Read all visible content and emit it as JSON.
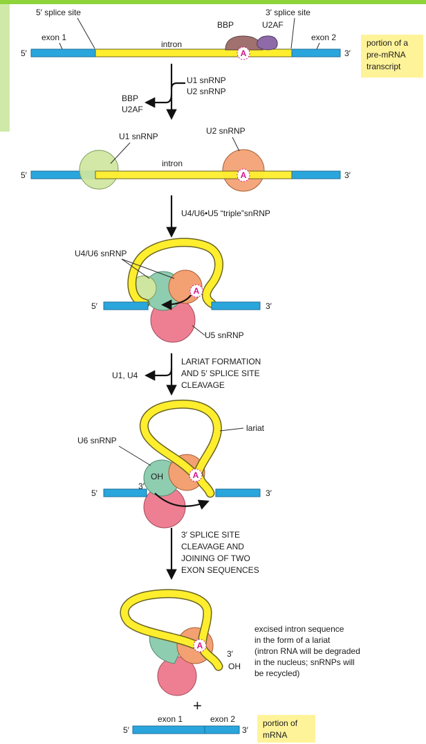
{
  "colors": {
    "exon": "#2aa6dd",
    "intron": "#ffee2e",
    "callout": "#fff39a",
    "green_bar": "#8ed43a",
    "u1": "#cfe6a0",
    "u2": "#f3a072",
    "u6": "#8fcdb0",
    "u5": "#ee7f92",
    "bbp": "#a0716e",
    "u2af": "#8e6aa8",
    "branch_a": "#d4148a"
  },
  "stage1": {
    "five_prime_splice_site": "5′ splice site",
    "three_prime_splice_site": "3′ splice site",
    "exon1": "exon 1",
    "intron": "intron",
    "exon2": "exon 2",
    "bbp": "BBP",
    "u2af": "U2AF",
    "end5": "5′",
    "end3": "3′",
    "branch": "A",
    "callout": [
      "portion of a",
      "pre-mRNA",
      "transcript"
    ]
  },
  "step1": {
    "enter": [
      "U1 snRNP",
      "U2 snRNP"
    ],
    "leave": [
      "BBP",
      "U2AF"
    ]
  },
  "stage2": {
    "u1": "U1 snRNP",
    "u2": "U2 snRNP",
    "intron": "intron",
    "end5": "5′",
    "end3": "3′",
    "branch": "A"
  },
  "step2": {
    "enter": "U4/U6•U5 “triple”snRNP"
  },
  "stage3": {
    "u4u6": "U4/U6 snRNP",
    "u5": "U5 snRNP",
    "end5": "5′",
    "end3": "3′",
    "branch": "A"
  },
  "step3": {
    "leave": "U1, U4",
    "process": [
      "LARIAT FORMATION",
      "AND 5′ SPLICE SITE",
      "CLEAVAGE"
    ]
  },
  "stage4": {
    "lariat": "lariat",
    "u6": "U6 snRNP",
    "oh": "OH",
    "three": "3′",
    "end5": "5′",
    "end3": "3′",
    "branch": "A"
  },
  "step4": {
    "process": [
      "3′ SPLICE SITE",
      "CLEAVAGE AND",
      "JOINING OF TWO",
      "EXON SEQUENCES"
    ]
  },
  "stage5": {
    "branch": "A",
    "three": "3′",
    "oh": "OH",
    "note": [
      "excised intron sequence",
      "in the form of a lariat",
      "(intron RNA will be degraded",
      "in the nucleus; snRNPs will",
      "be recycled)"
    ],
    "plus": "+"
  },
  "product": {
    "exon1": "exon 1",
    "exon2": "exon 2",
    "end5": "5′",
    "end3": "3′",
    "callout": [
      "portion of",
      "mRNA"
    ]
  }
}
